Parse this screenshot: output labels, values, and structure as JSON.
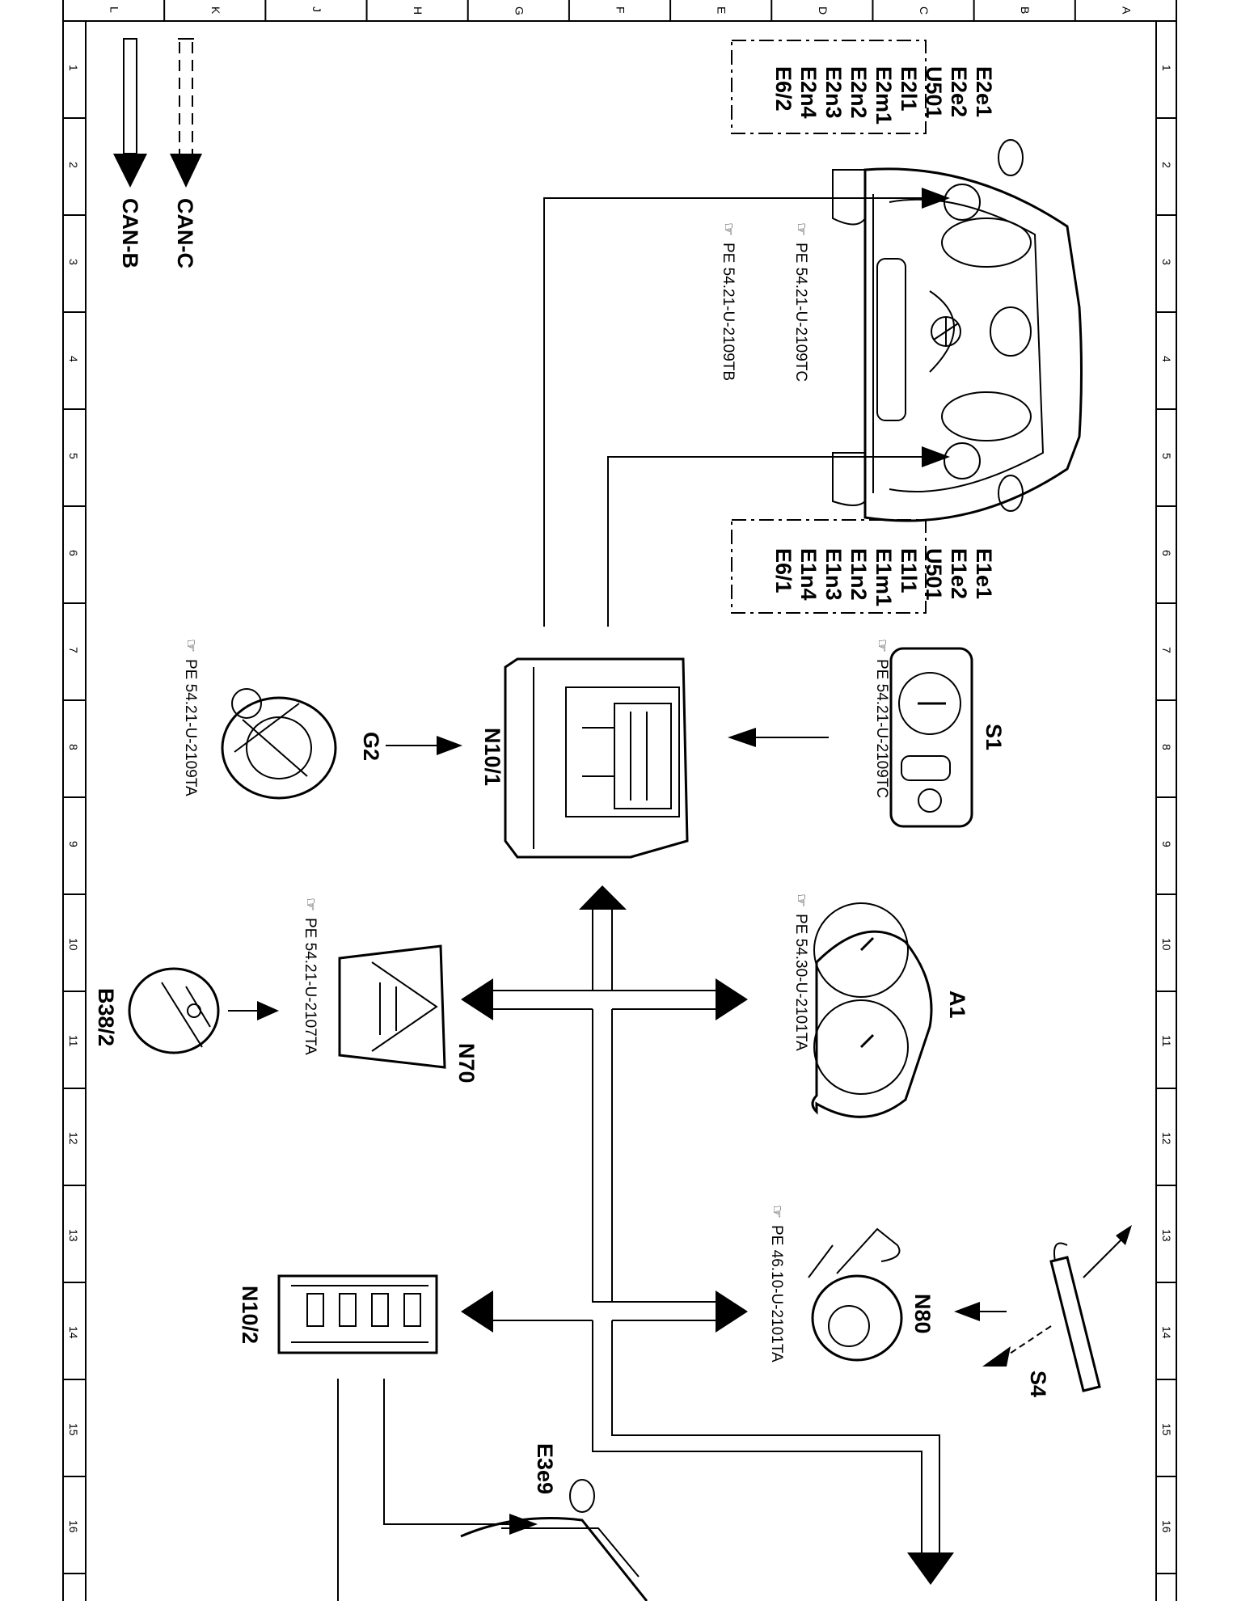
{
  "grid": {
    "letters": [
      "L",
      "K",
      "J",
      "H",
      "G",
      "F",
      "E",
      "D",
      "C",
      "B",
      "A"
    ],
    "numbers": [
      "1",
      "2",
      "3",
      "4",
      "5",
      "6",
      "7",
      "8",
      "9",
      "10",
      "11",
      "12",
      "13",
      "14",
      "15",
      "16"
    ]
  },
  "legend": {
    "can_c": "CAN-C",
    "can_b": "CAN-B"
  },
  "groups": {
    "left_lamps": [
      "E2e1",
      "E2e2",
      "U501",
      "E2l1",
      "E2m1",
      "E2n2",
      "E2n3",
      "E2n4",
      "E6/2"
    ],
    "right_lamps": [
      "E1e1",
      "E1e2",
      "U501",
      "E1l1",
      "E1m1",
      "E1n2",
      "E1n3",
      "E1n4",
      "E6/1"
    ]
  },
  "components": {
    "s1": "S1",
    "g2": "G2",
    "n10_1": "N10/1",
    "a1": "A1",
    "n70": "N70",
    "b38_2": "B38/2",
    "n80": "N80",
    "s4": "S4",
    "n10_2": "N10/2",
    "e3e9": "E3e9"
  },
  "refs": {
    "tc_1": "PE 54.21-U-2109TC",
    "tb": "PE 54.21-U-2109TB",
    "tc_2": "PE 54.21-U-2109TC",
    "ta_g2": "PE 54.21-U-2109TA",
    "a1": "PE 54.30-U-2101TA",
    "n70": "PE 54.21-U-2107TA",
    "n80": "PE 46.10-U-2101TA"
  }
}
